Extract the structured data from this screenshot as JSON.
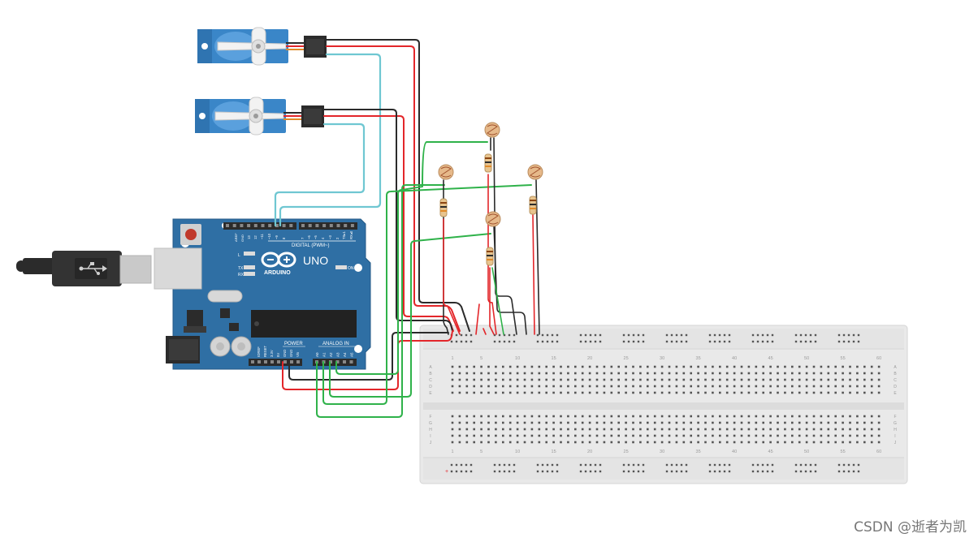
{
  "arduino": {
    "model": "UNO",
    "brand": "ARDUINO",
    "digital_label": "DIGITAL (PWM~)",
    "power_label": "POWER",
    "analog_label": "ANALOG IN",
    "on_label": "ON",
    "tx_label": "TX",
    "rx_label": "RX",
    "l_label": "L",
    "aref_label": "AREF",
    "gnd_label": "GND",
    "digital_pins": [
      "13",
      "12",
      "~11",
      "~10",
      "~9",
      "8",
      "7",
      "~6",
      "~5",
      "4",
      "~3",
      "2",
      "TX▸1",
      "RX◂0"
    ],
    "power_pins": [
      "IOREF",
      "RESET",
      "3.3V",
      "5V",
      "GND",
      "GND",
      "Vin"
    ],
    "analog_pins": [
      "A0",
      "A1",
      "A2",
      "A3",
      "A4",
      "A5"
    ]
  },
  "breadboard": {
    "column_numbers": [
      "1",
      "5",
      "10",
      "15",
      "20",
      "25",
      "30",
      "35",
      "40",
      "45",
      "50",
      "55",
      "60"
    ],
    "row_letters_top": [
      "A",
      "B",
      "C",
      "D",
      "E"
    ],
    "row_letters_bottom": [
      "F",
      "G",
      "H",
      "I",
      "J"
    ]
  },
  "colors": {
    "board": "#2f6fa4",
    "wire_black": "#2b2b2b",
    "wire_red": "#e3262a",
    "wire_green": "#2fb24a",
    "wire_cyan": "#6fc7d2",
    "servo_blue": "#3a86c8",
    "breadboard": "#e9e9e9"
  },
  "watermark": "CSDN @逝者为凯"
}
